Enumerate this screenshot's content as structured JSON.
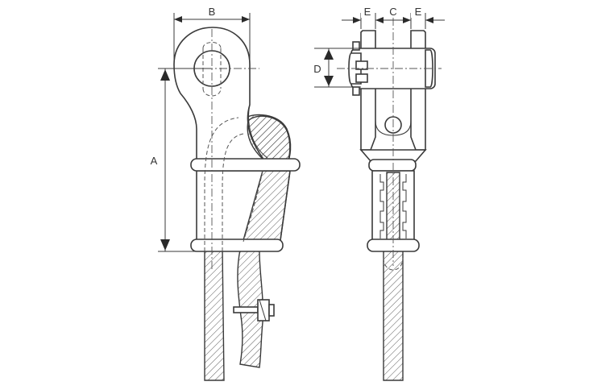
{
  "diagram": {
    "dimension_labels": {
      "a": "A",
      "b": "B",
      "c": "C",
      "d": "D",
      "e_left": "E",
      "e_right": "E"
    }
  }
}
